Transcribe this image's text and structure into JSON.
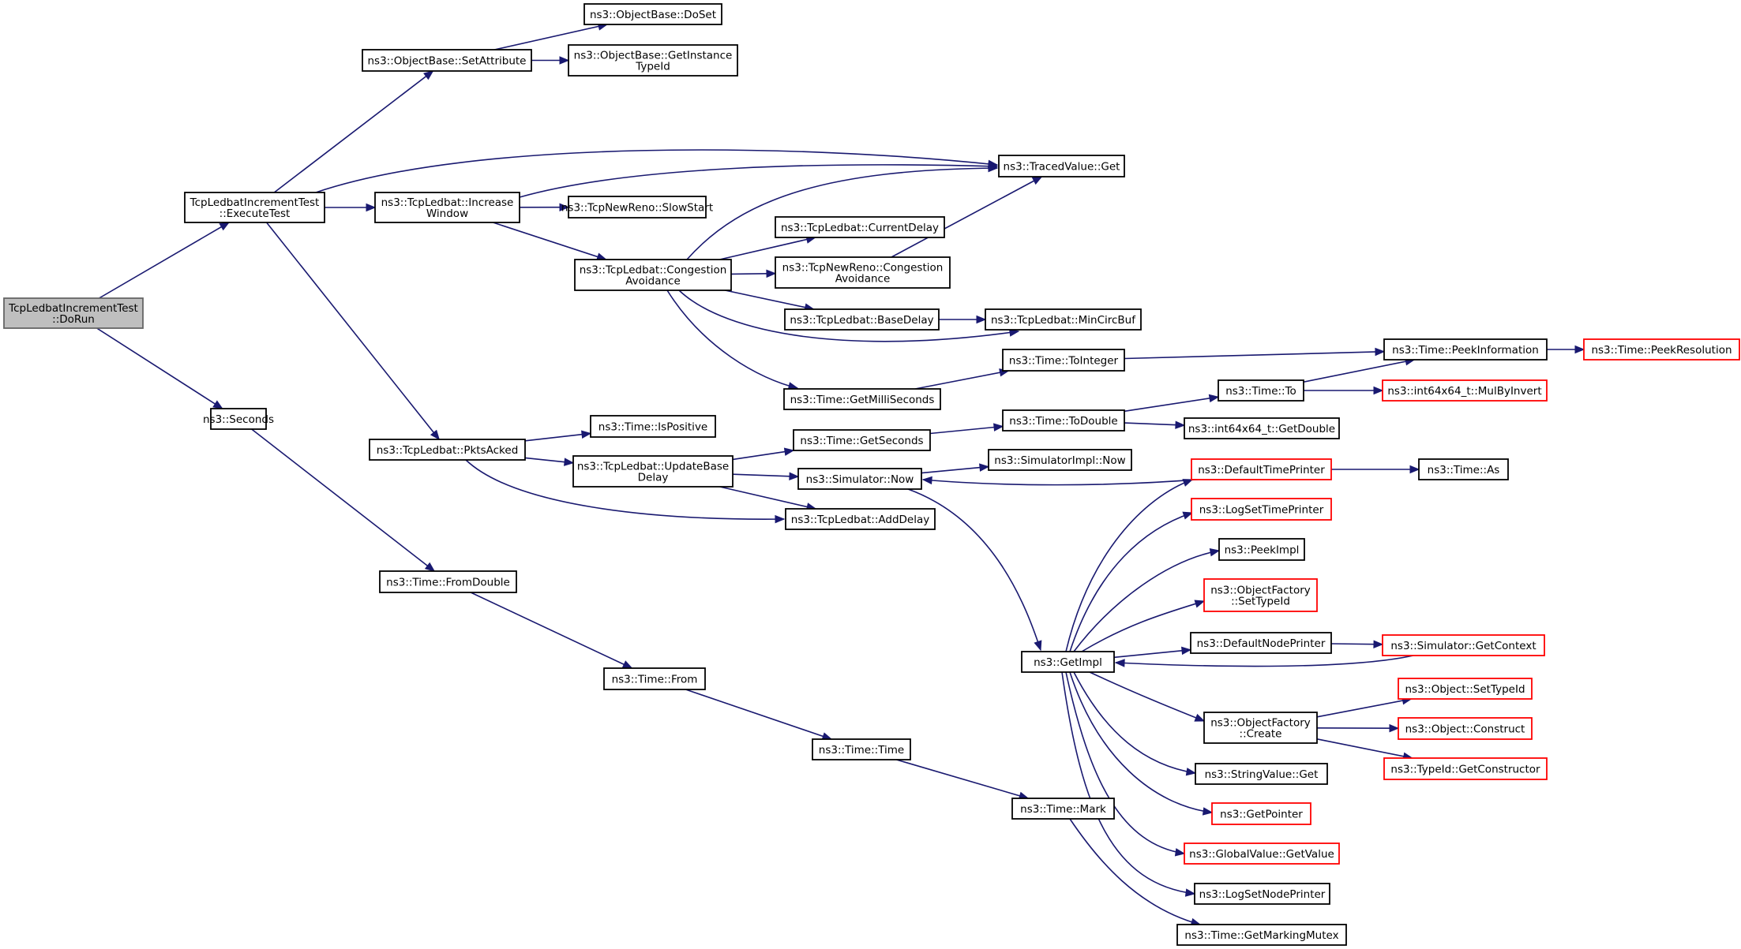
{
  "diagram": {
    "nodes": [
      {
        "id": "dorun",
        "lines": [
          "TcpLedbatIncrementTest",
          "::DoRun"
        ],
        "style": "root"
      },
      {
        "id": "executetest",
        "lines": [
          "TcpLedbatIncrementTest",
          "::ExecuteTest"
        ],
        "style": "normal"
      },
      {
        "id": "seconds",
        "lines": [
          "ns3::Seconds"
        ],
        "style": "normal"
      },
      {
        "id": "setattribute",
        "lines": [
          "ns3::ObjectBase::SetAttribute"
        ],
        "style": "normal"
      },
      {
        "id": "doset",
        "lines": [
          "ns3::ObjectBase::DoSet"
        ],
        "style": "normal"
      },
      {
        "id": "getinstancetypeid",
        "lines": [
          "ns3::ObjectBase::GetInstance",
          "TypeId"
        ],
        "style": "normal"
      },
      {
        "id": "tracedget",
        "lines": [
          "ns3::TracedValue::Get"
        ],
        "style": "normal"
      },
      {
        "id": "increasewindow",
        "lines": [
          "ns3::TcpLedbat::Increase",
          "Window"
        ],
        "style": "normal"
      },
      {
        "id": "slowstart",
        "lines": [
          "ns3::TcpNewReno::SlowStart"
        ],
        "style": "normal"
      },
      {
        "id": "ledbatcongestion",
        "lines": [
          "ns3::TcpLedbat::Congestion",
          "Avoidance"
        ],
        "style": "normal"
      },
      {
        "id": "currentdelay",
        "lines": [
          "ns3::TcpLedbat::CurrentDelay"
        ],
        "style": "normal"
      },
      {
        "id": "renocongestion",
        "lines": [
          "ns3::TcpNewReno::Congestion",
          "Avoidance"
        ],
        "style": "normal"
      },
      {
        "id": "basedelay",
        "lines": [
          "ns3::TcpLedbat::BaseDelay"
        ],
        "style": "normal"
      },
      {
        "id": "mincircbuf",
        "lines": [
          "ns3::TcpLedbat::MinCircBuf"
        ],
        "style": "normal"
      },
      {
        "id": "getmilliseconds",
        "lines": [
          "ns3::Time::GetMilliSeconds"
        ],
        "style": "normal"
      },
      {
        "id": "tointeger",
        "lines": [
          "ns3::Time::ToInteger"
        ],
        "style": "normal"
      },
      {
        "id": "peekinformation",
        "lines": [
          "ns3::Time::PeekInformation"
        ],
        "style": "normal"
      },
      {
        "id": "peekresolution",
        "lines": [
          "ns3::Time::PeekResolution"
        ],
        "style": "truncated"
      },
      {
        "id": "timeto",
        "lines": [
          "ns3::Time::To"
        ],
        "style": "normal"
      },
      {
        "id": "mulbyinvert",
        "lines": [
          "ns3::int64x64_t::MulByInvert"
        ],
        "style": "truncated"
      },
      {
        "id": "todouble",
        "lines": [
          "ns3::Time::ToDouble"
        ],
        "style": "normal"
      },
      {
        "id": "getdouble",
        "lines": [
          "ns3::int64x64_t::GetDouble"
        ],
        "style": "normal"
      },
      {
        "id": "getseconds",
        "lines": [
          "ns3::Time::GetSeconds"
        ],
        "style": "normal"
      },
      {
        "id": "pktsacked",
        "lines": [
          "ns3::TcpLedbat::PktsAcked"
        ],
        "style": "normal"
      },
      {
        "id": "ispositive",
        "lines": [
          "ns3::Time::IsPositive"
        ],
        "style": "normal"
      },
      {
        "id": "updatebasedelay",
        "lines": [
          "ns3::TcpLedbat::UpdateBase",
          "Delay"
        ],
        "style": "normal"
      },
      {
        "id": "simulatornow",
        "lines": [
          "ns3::Simulator::Now"
        ],
        "style": "normal"
      },
      {
        "id": "simimplnow",
        "lines": [
          "ns3::SimulatorImpl::Now"
        ],
        "style": "normal"
      },
      {
        "id": "defaulttimeprinter",
        "lines": [
          "ns3::DefaultTimePrinter"
        ],
        "style": "truncated"
      },
      {
        "id": "timeas",
        "lines": [
          "ns3::Time::As"
        ],
        "style": "normal"
      },
      {
        "id": "adddelay",
        "lines": [
          "ns3::TcpLedbat::AddDelay"
        ],
        "style": "normal"
      },
      {
        "id": "logsettimeprinter",
        "lines": [
          "ns3::LogSetTimePrinter"
        ],
        "style": "truncated"
      },
      {
        "id": "peekimpl",
        "lines": [
          "ns3::PeekImpl"
        ],
        "style": "normal"
      },
      {
        "id": "factorysettypeid",
        "lines": [
          "ns3::ObjectFactory",
          "::SetTypeId"
        ],
        "style": "truncated"
      },
      {
        "id": "fromdouble",
        "lines": [
          "ns3::Time::FromDouble"
        ],
        "style": "normal"
      },
      {
        "id": "defaultnodeprinter",
        "lines": [
          "ns3::DefaultNodePrinter"
        ],
        "style": "normal"
      },
      {
        "id": "getcontext",
        "lines": [
          "ns3::Simulator::GetContext"
        ],
        "style": "truncated"
      },
      {
        "id": "getimpl",
        "lines": [
          "ns3::GetImpl"
        ],
        "style": "normal"
      },
      {
        "id": "timefrom",
        "lines": [
          "ns3::Time::From"
        ],
        "style": "normal"
      },
      {
        "id": "objectsettypeid",
        "lines": [
          "ns3::Object::SetTypeId"
        ],
        "style": "truncated"
      },
      {
        "id": "factorycreate",
        "lines": [
          "ns3::ObjectFactory",
          "::Create"
        ],
        "style": "normal"
      },
      {
        "id": "objectconstruct",
        "lines": [
          "ns3::Object::Construct"
        ],
        "style": "truncated"
      },
      {
        "id": "timetime",
        "lines": [
          "ns3::Time::Time"
        ],
        "style": "normal"
      },
      {
        "id": "getconstructor",
        "lines": [
          "ns3::TypeId::GetConstructor"
        ],
        "style": "truncated"
      },
      {
        "id": "stringvalueget",
        "lines": [
          "ns3::StringValue::Get"
        ],
        "style": "normal"
      },
      {
        "id": "timemark",
        "lines": [
          "ns3::Time::Mark"
        ],
        "style": "normal"
      },
      {
        "id": "getpointer",
        "lines": [
          "ns3::GetPointer"
        ],
        "style": "truncated"
      },
      {
        "id": "globalvaluegetvalue",
        "lines": [
          "ns3::GlobalValue::GetValue"
        ],
        "style": "truncated"
      },
      {
        "id": "logsetnodeprinter",
        "lines": [
          "ns3::LogSetNodePrinter"
        ],
        "style": "normal"
      },
      {
        "id": "getmarkingmutex",
        "lines": [
          "ns3::Time::GetMarkingMutex"
        ],
        "style": "normal"
      }
    ],
    "edges": [
      [
        "dorun",
        "executetest"
      ],
      [
        "dorun",
        "seconds"
      ],
      [
        "executetest",
        "setattribute"
      ],
      [
        "executetest",
        "tracedget"
      ],
      [
        "executetest",
        "increasewindow"
      ],
      [
        "executetest",
        "pktsacked"
      ],
      [
        "setattribute",
        "doset"
      ],
      [
        "setattribute",
        "getinstancetypeid"
      ],
      [
        "increasewindow",
        "tracedget"
      ],
      [
        "increasewindow",
        "slowstart"
      ],
      [
        "increasewindow",
        "ledbatcongestion"
      ],
      [
        "ledbatcongestion",
        "tracedget"
      ],
      [
        "ledbatcongestion",
        "currentdelay"
      ],
      [
        "ledbatcongestion",
        "renocongestion"
      ],
      [
        "ledbatcongestion",
        "basedelay"
      ],
      [
        "ledbatcongestion",
        "mincircbuf"
      ],
      [
        "ledbatcongestion",
        "getmilliseconds"
      ],
      [
        "renocongestion",
        "tracedget"
      ],
      [
        "basedelay",
        "mincircbuf"
      ],
      [
        "getmilliseconds",
        "tointeger"
      ],
      [
        "tointeger",
        "peekinformation"
      ],
      [
        "peekinformation",
        "peekresolution"
      ],
      [
        "timeto",
        "peekinformation"
      ],
      [
        "timeto",
        "mulbyinvert"
      ],
      [
        "todouble",
        "timeto"
      ],
      [
        "todouble",
        "getdouble"
      ],
      [
        "getseconds",
        "todouble"
      ],
      [
        "pktsacked",
        "ispositive"
      ],
      [
        "pktsacked",
        "updatebasedelay"
      ],
      [
        "pktsacked",
        "adddelay"
      ],
      [
        "updatebasedelay",
        "getseconds"
      ],
      [
        "updatebasedelay",
        "simulatornow"
      ],
      [
        "updatebasedelay",
        "adddelay"
      ],
      [
        "simulatornow",
        "simimplnow"
      ],
      [
        "simulatornow",
        "getimpl"
      ],
      [
        "defaulttimeprinter",
        "simulatornow"
      ],
      [
        "defaulttimeprinter",
        "timeas"
      ],
      [
        "getcontext",
        "getimpl"
      ],
      [
        "seconds",
        "fromdouble"
      ],
      [
        "fromdouble",
        "timefrom"
      ],
      [
        "timefrom",
        "timetime"
      ],
      [
        "timetime",
        "timemark"
      ],
      [
        "timemark",
        "getmarkingmutex"
      ],
      [
        "getimpl",
        "defaulttimeprinter"
      ],
      [
        "getimpl",
        "logsettimeprinter"
      ],
      [
        "getimpl",
        "peekimpl"
      ],
      [
        "getimpl",
        "factorysettypeid"
      ],
      [
        "getimpl",
        "defaultnodeprinter"
      ],
      [
        "getimpl",
        "factorycreate"
      ],
      [
        "getimpl",
        "stringvalueget"
      ],
      [
        "getimpl",
        "getpointer"
      ],
      [
        "getimpl",
        "globalvaluegetvalue"
      ],
      [
        "getimpl",
        "logsetnodeprinter"
      ],
      [
        "defaultnodeprinter",
        "getcontext"
      ],
      [
        "factorycreate",
        "objectsettypeid"
      ],
      [
        "factorycreate",
        "objectconstruct"
      ],
      [
        "factorycreate",
        "getconstructor"
      ]
    ],
    "colors": {
      "edge": "#191970",
      "node_border": "#000000",
      "node_fill": "#ffffff",
      "root_fill": "#bfbfbf",
      "root_border": "#666666",
      "truncated_border": "#ff0000"
    }
  }
}
